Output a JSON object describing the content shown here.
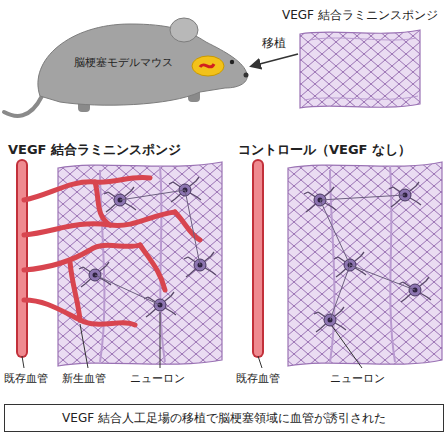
{
  "diagram": {
    "caption": "VEGF 結合人工足場の移植で脳梗塞領域に血管が誘引された",
    "labels": [
      "VEGF 結合ラミニンスポンジ",
      "移植",
      "脳梗塞モデルマウス",
      "VEGF 結合ラミニンスポンジ",
      "コントロール（VEGF なし）",
      "既存血管",
      "新生血管",
      "ニューロン",
      "既存血管",
      "ニューロン"
    ]
  }
}
